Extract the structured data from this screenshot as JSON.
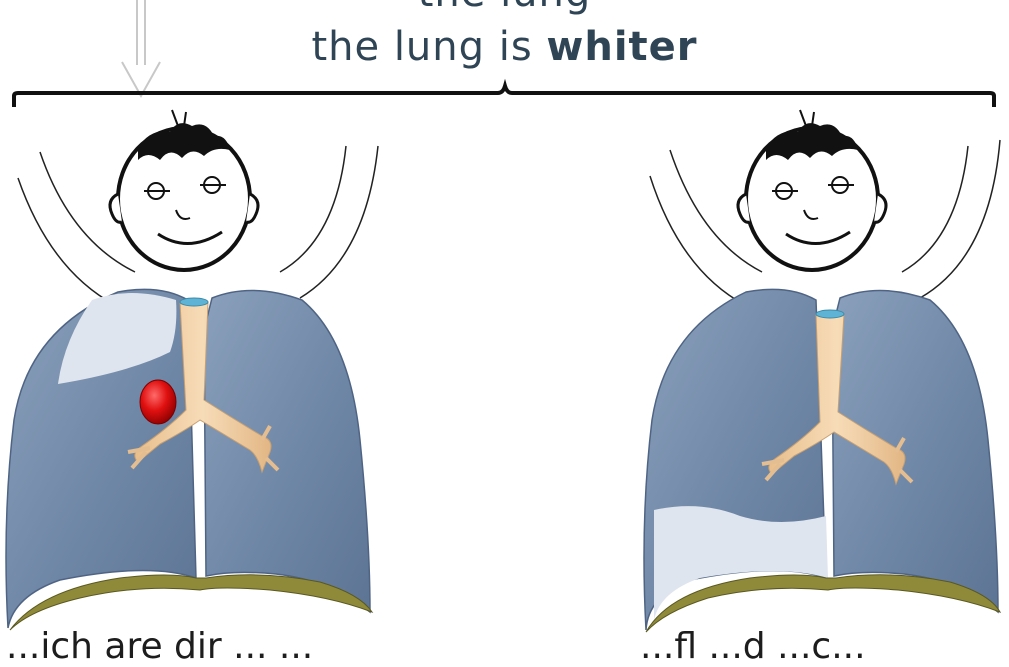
{
  "title": {
    "line1": "the lung",
    "line2_prefix": "the lung is ",
    "line2_bold": "whiter"
  },
  "bottom": {
    "left_text": "...ich are dir ...                       ...",
    "right_text": "...fl ...d ...c..."
  },
  "colors": {
    "lung_fill": "#6f87a6",
    "lung_light_patch": "#dfe5ee",
    "trachea": "#f1cda0",
    "nodule": "#e01010",
    "text": "#2f4556"
  }
}
